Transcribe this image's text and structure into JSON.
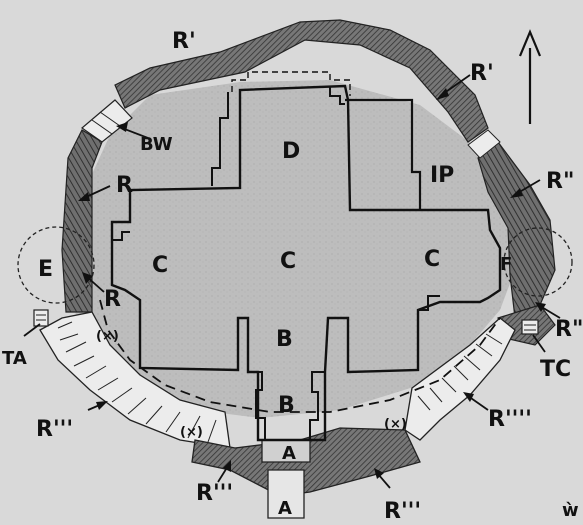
{
  "labels": {
    "R_top": "R'",
    "R_right": "R'",
    "BW": "BW",
    "R_left": "R",
    "R_inner": "R",
    "E": "E",
    "TA": "TA",
    "IP": "IP",
    "R_dbl_top": "R\"",
    "R_dbl_low": "R\"",
    "F": "F",
    "TC": "TC",
    "D": "D",
    "C_left": "C",
    "C_center": "C",
    "C_right": "C",
    "B_upper": "B",
    "B_lower": "B",
    "A_upper": "A",
    "A_lower": "A",
    "R4_left": "R'''",
    "R4_right": "R''''",
    "R3_bottom_left": "R'''",
    "R3_bottom_right": "R'''",
    "x_left": "(×)",
    "x_bottom": "(×)",
    "x_right": "(×)",
    "corner_mark": "ẁ"
  },
  "icons": [
    "north-arrow-icon"
  ]
}
